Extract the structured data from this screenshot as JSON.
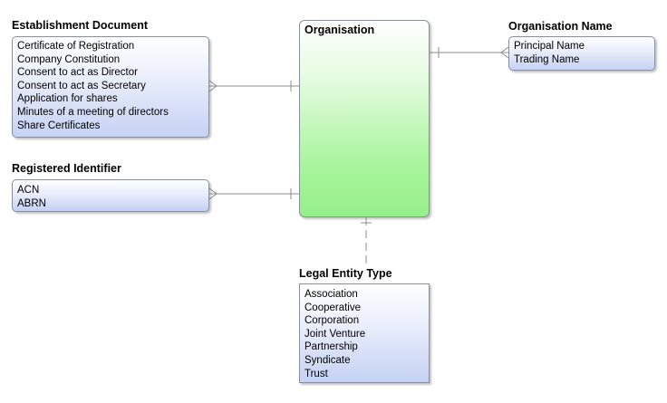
{
  "organisation": {
    "title": "Organisation"
  },
  "establishment_document": {
    "title": "Establishment Document",
    "items": [
      "Certificate of Registration",
      "Company Constitution",
      "Consent to act as Director",
      "Consent to act as Secretary",
      "Application for shares",
      "Minutes of a meeting of directors",
      "Share Certificates"
    ]
  },
  "registered_identifier": {
    "title": "Registered Identifier",
    "items": [
      "ACN",
      "ABRN"
    ]
  },
  "organisation_name": {
    "title": "Organisation Name",
    "items": [
      "Principal Name",
      "Trading Name"
    ]
  },
  "legal_entity_type": {
    "title": "Legal Entity Type",
    "items": [
      "Association",
      "Cooperative",
      "Corporation",
      "Joint Venture",
      "Partnership",
      "Syndicate",
      "Trust"
    ]
  },
  "colors": {
    "line": "#8c8c8c",
    "entity_border": "#8a8fa0",
    "box_fill_bottom": "#c6d1f4",
    "organisation_fill_bottom": "#96ef8a"
  }
}
